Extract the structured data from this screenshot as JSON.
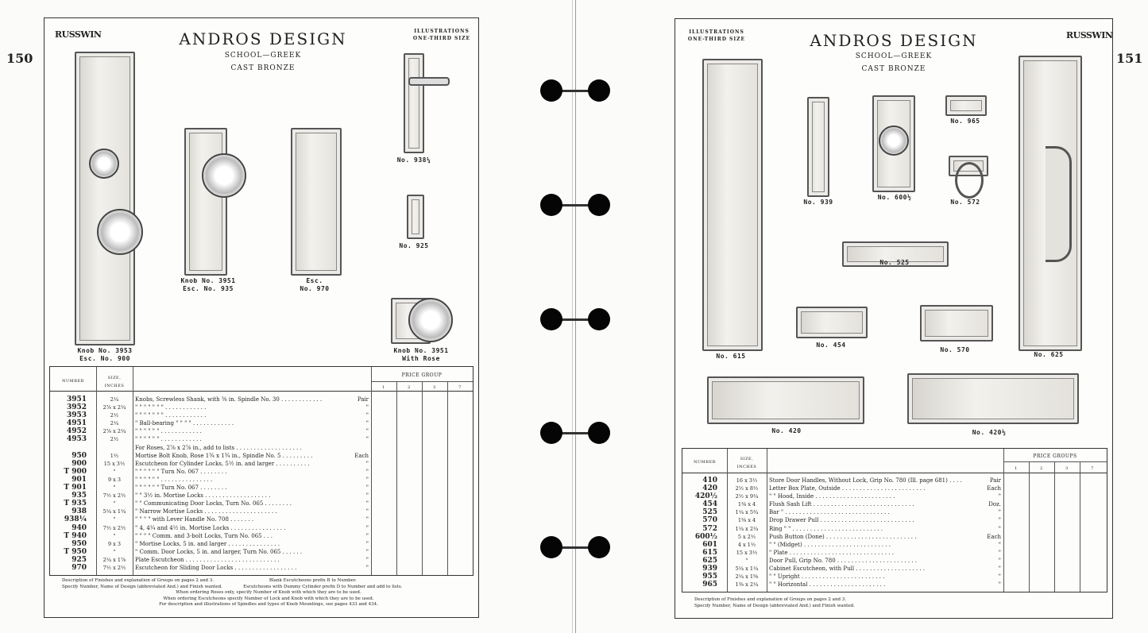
{
  "left": {
    "page_number": "150",
    "brand": "RUSSWIN",
    "title": "ANDROS DESIGN",
    "subtitle1": "SCHOOL—GREEK",
    "subtitle2": "CAST BRONZE",
    "illustrations_note": [
      "ILLUSTRATIONS",
      "ONE-THIRD SIZE"
    ],
    "captions": {
      "c1": [
        "Knob No. 3953",
        "Esc. No. 900"
      ],
      "c2": [
        "Knob No. 3951",
        "Esc. No. 935"
      ],
      "c3": [
        "Esc.",
        "No. 970"
      ],
      "c4": "No. 938¼",
      "c5": "No. 925",
      "c6": [
        "Knob No. 3951",
        "With Rose"
      ]
    },
    "table": {
      "headers": {
        "number": "NUMBER",
        "size": [
          "SIZE,",
          "INCHES"
        ],
        "price_group": "PRICE GROUP",
        "groups": [
          "1",
          "2",
          "3",
          "7"
        ]
      },
      "rows": [
        {
          "n": "3951",
          "s": "2¼",
          "d": "Knobs, Screwless Shank, with ⅜ in. Spindle No. 30 . . . . . . . . . . . .",
          "u": "Pair"
        },
        {
          "n": "3952",
          "s": "2⅞ x 2¼",
          "d": "\"      \"      \"      \"      \"      \"      \"  . . . . . . . . . . . .",
          "u": "\""
        },
        {
          "n": "3953",
          "s": "2½",
          "d": "\"      \"      \"      \"      \"      \"      \"  . . . . . . . . . . . .",
          "u": "\""
        },
        {
          "n": "4951",
          "s": "2¼",
          "d": "\"   Ball-bearing   \"      \"      \"      \"  . . . . . . . . . . . .",
          "u": "\""
        },
        {
          "n": "4952",
          "s": "2⅞ x 2¼",
          "d": "\"      \"      \"      \"      \"      \"  . . . . . . . . . . . .",
          "u": "\""
        },
        {
          "n": "4953",
          "s": "2½",
          "d": "\"      \"      \"      \"      \"      \"  . . . . . . . . . . . .",
          "u": "\""
        },
        {
          "n": "",
          "s": "",
          "d": "For Roses, 2⅞ x 2⅞ in., add to lists . . . . . . . . . . . . . . . . . . .",
          "u": ""
        },
        {
          "n": "950",
          "s": "1½",
          "d": "Mortise Bolt Knob, Rose 1¾ x 1¾ in., Spindle No. 5 . . . . . . . . .",
          "u": "Each"
        },
        {
          "n": "900",
          "s": "15 x 3½",
          "d": "Escutcheon for Cylinder Locks, 5½ in. and larger . . . . . . . . . .",
          "u": "\""
        },
        {
          "n": "T 900",
          "s": "\"",
          "d": "\"      \"      \"      \"      \"      \"   Turn No. 067 . . . . . . . .",
          "u": "\""
        },
        {
          "n": "901",
          "s": "9 x 3",
          "d": "\"      \"      \"      \"      \"      \"  . . . . . . . . . . . . . . .",
          "u": "\""
        },
        {
          "n": "T 901",
          "s": "\"",
          "d": "\"      \"      \"      \"      \"      \"   Turn No. 067 . . . . . . . .",
          "u": "\""
        },
        {
          "n": "935",
          "s": "7½ x 2½",
          "d": "\"      \"  3½ in. Mortise Locks . . . . . . . . . . . . . . . . . . .",
          "u": "\""
        },
        {
          "n": "T 935",
          "s": "\"",
          "d": "\"      \"   Communicating Door Locks, Turn No. 065 . . . . . . . .",
          "u": "\""
        },
        {
          "n": "938",
          "s": "5¼ x 1¼",
          "d": "\"   Narrow Mortise Locks . . . . . . . . . . . . . . . . . . . . .",
          "u": "\""
        },
        {
          "n": "938¼",
          "s": "\"",
          "d": "\"      \"      \"      \"   with Lever Handle No. 708 . . . . . . .",
          "u": "\""
        },
        {
          "n": "940",
          "s": "7½ x 2½",
          "d": "\"   4, 4¼ and 4½ in. Mortise Locks . . . . . . . . . . . . . . . .",
          "u": "\""
        },
        {
          "n": "T 940",
          "s": "\"",
          "d": "\"      \"      \"      \"   Comm. and 3-bolt Locks, Turn No. 065 . . .",
          "u": "\""
        },
        {
          "n": "950",
          "s": "9 x 3",
          "d": "\"   Mortise Locks, 5 in. and larger . . . . . . . . . . . . . . .",
          "u": "\""
        },
        {
          "n": "T 950",
          "s": "\"",
          "d": "\"   Comm. Door Locks, 5 in. and larger, Turn No. 065 . . . . . .",
          "u": "\""
        },
        {
          "n": "925",
          "s": "2¼ x 1⅞",
          "d": "Plate Escutcheon . . . . . . . . . . . . . . . . . . . . . . . . . . .",
          "u": "\""
        },
        {
          "n": "970",
          "s": "7½ x 2½",
          "d": "Escutcheon for Sliding Door Locks . . . . . . . . . . . . . . . . . .",
          "u": "\""
        }
      ]
    },
    "footnotes": [
      "Description of Finishes and explanation of Groups on pages 2 and 3.                                        Blank Escutcheons prefix B to Number.",
      "Specify Number, Name of Design (abbreviated And.) and Finish wanted.               Escutcheons with Dummy Cylinder prefix D to Number and add to lists.",
      "When ordering Roses only, specify Number of Knob with which they are to be used.",
      "When ordering Escutcheons specify Number of Lock and Knob with which they are to be used.",
      "For description and illustrations of Spindles and types of Knob Mountings, see pages 433 and 434."
    ]
  },
  "right": {
    "page_number": "151",
    "brand": "RUSSWIN",
    "title": "ANDROS DESIGN",
    "subtitle1": "SCHOOL—GREEK",
    "subtitle2": "CAST BRONZE",
    "illustrations_note": [
      "ILLUSTRATIONS",
      "ONE-THIRD SIZE"
    ],
    "captions": {
      "c615": "No. 615",
      "c939": "No. 939",
      "c600": "No. 600½",
      "c965": "No. 965",
      "c572": "No. 572",
      "c525": "No. 525",
      "c454": "No. 454",
      "c570": "No. 570",
      "c625": "No. 625",
      "c420": "No. 420",
      "c420h": "No. 420½"
    },
    "table": {
      "headers": {
        "number": "NUMBER",
        "size": [
          "SIZE,",
          "INCHES"
        ],
        "price_group": "PRICE GROUPS",
        "groups": [
          "1",
          "2",
          "3",
          "7"
        ]
      },
      "rows": [
        {
          "n": "410",
          "s": "16 x 3½",
          "d": "Store Door Handles, Without Lock, Grip No. 780 (Ill. page 681) . . . .",
          "u": "Pair"
        },
        {
          "n": "420",
          "s": "2½ x 8½",
          "d": "Letter Box Plate, Outside . . . . . . . . . . . . . . . . . . . . . . . .",
          "u": "Each"
        },
        {
          "n": "420½",
          "s": "2½ x 9¼",
          "d": "\"      \"   Hood, Inside . . . . . . . . . . . . . . . . . . . . . . .",
          "u": "\""
        },
        {
          "n": "454",
          "s": "1⅜ x 4",
          "d": "Flush Sash Lift . . . . . . . . . . . . . . . . . . . . . . . . . . . . .",
          "u": "Doz."
        },
        {
          "n": "525",
          "s": "1¼ x 5¾",
          "d": "Bar     \" . . . . . . . . . . . . . . . . . . . . . . . . . . . . . .",
          "u": "\""
        },
        {
          "n": "570",
          "s": "1⅜ x 4",
          "d": "Drop Drawer Pull . . . . . . . . . . . . . . . . . . . . . . . . . . .",
          "u": "\""
        },
        {
          "n": "572",
          "s": "1¼ x 2¼",
          "d": "Ring     \"      \" . . . . . . . . . . . . . . . . . . . . . . . . . .",
          "u": "\""
        },
        {
          "n": "600½",
          "s": "5 x 2½",
          "d": "Push Button (Done) . . . . . . . . . . . . . . . . . . . . . . . . . .",
          "u": "Each"
        },
        {
          "n": "601",
          "s": "4 x 1½",
          "d": "\"      \"   (Midget) . . . . . . . . . . . . . . . . . . . . . . . . .",
          "u": "\""
        },
        {
          "n": "615",
          "s": "15 x 3½",
          "d": "\"   Plate . . . . . . . . . . . . . . . . . . . . . . . . . . . . . .",
          "u": "\""
        },
        {
          "n": "625",
          "s": "\"",
          "d": "Door Pull, Grip No. 780 . . . . . . . . . . . . . . . . . . . . . . .",
          "u": "\""
        },
        {
          "n": "939",
          "s": "5¼ x 1¼",
          "d": "Cabinet Escutcheon, with Pull . . . . . . . . . . . . . . . . . . . .",
          "u": "\""
        },
        {
          "n": "955",
          "s": "2¼ x 1⅝",
          "d": "\"      \"      Upright . . . . . . . . . . . . . . . . . . . . . . . .",
          "u": "\""
        },
        {
          "n": "965",
          "s": "1⅜ x 2¼",
          "d": "\"      \"      Horizontal . . . . . . . . . . . . . . . . . . . . . .",
          "u": "\""
        }
      ]
    },
    "footnotes": [
      "Description of Finishes and explanation of Groups on pages 2 and 3.",
      "Specify Number, Name of Design (abbreviated And.) and Finish wanted."
    ]
  }
}
